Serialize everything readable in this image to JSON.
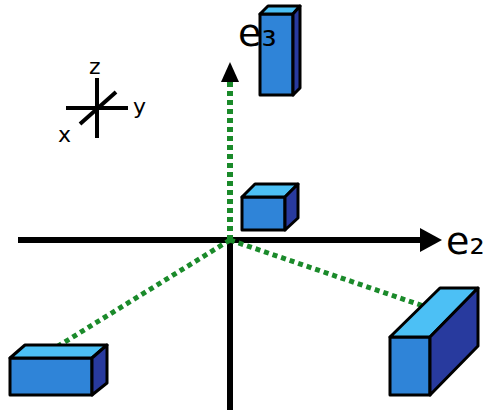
{
  "diagram": {
    "labels": [
      "e₃",
      "e₂",
      "z",
      "x",
      "y"
    ]
  }
}
